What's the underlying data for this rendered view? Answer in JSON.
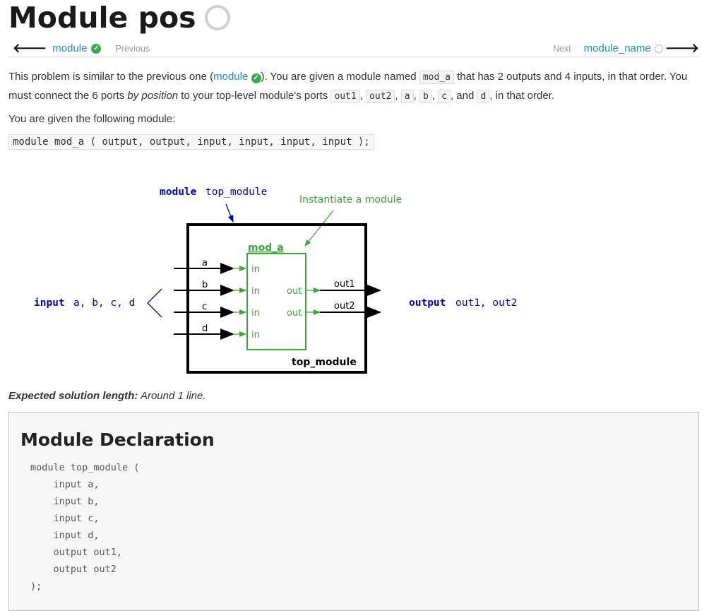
{
  "page": {
    "title": "Module pos"
  },
  "nav": {
    "prev_link": "module",
    "prev_label": "Previous",
    "next_label": "Next",
    "next_link": "module_name"
  },
  "intro": {
    "t1": "This problem is similar to the previous one (",
    "t1_link": "module",
    "t2": "). You are given a module named ",
    "code_mod_a": "mod_a",
    "t3": " that has 2 outputs and 4 inputs, in that order. You must connect the 6 ports ",
    "t3_em": "by position",
    "t4": " to your top-level module's ports ",
    "p_out1": "out1",
    "p_out2": "out2",
    "p_a": "a",
    "p_b": "b",
    "p_c": "c",
    "t5": ", and ",
    "p_d": "d",
    "t6": ", in that order."
  },
  "given": {
    "text": "You are given the following module:",
    "code": "module mod_a ( output, output, input, input, input, input );"
  },
  "diagram": {
    "kw_module": "module",
    "top_name": "top_module",
    "annotation": "Instantiate a module",
    "kw_input": "input",
    "input_list": "a, b, c, d",
    "kw_output": "output",
    "output_list": "out1, out2",
    "mod_label": "mod_a",
    "in_ports": [
      "in",
      "in",
      "in",
      "in"
    ],
    "out_ports": [
      "out",
      "out"
    ],
    "wires_in": [
      "a",
      "b",
      "c",
      "d"
    ],
    "wires_out": [
      "out1",
      "out2"
    ],
    "box_label": "top_module",
    "colors": {
      "blue": "#0000cc",
      "green": "#3aa63a",
      "black": "#000000"
    }
  },
  "expected": {
    "label": "Expected solution length:",
    "value": "Around 1 line."
  },
  "declaration": {
    "heading": "Module Declaration",
    "code": "module top_module (\n    input a,\n    input b,\n    input c,\n    input d,\n    output out1,\n    output out2\n);"
  }
}
